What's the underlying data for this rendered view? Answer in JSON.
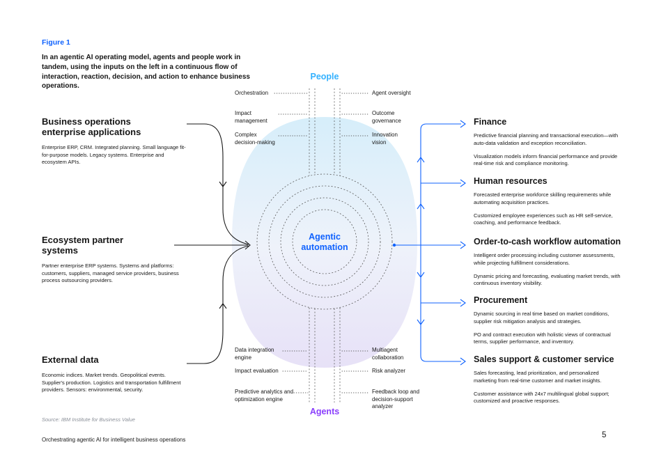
{
  "page": {
    "figure_label": "Figure 1",
    "caption": "In an agentic AI operating model, agents and people work in tandem, using the inputs on the left in a continuous flow of interaction, reaction, decision, and action to enhance business operations.",
    "source": "Source: IBM Institute for Business Value",
    "footer": "Orchestrating agentic AI for intelligent business operations",
    "page_number": "5"
  },
  "diagram": {
    "center_label": "Agentic automation",
    "people_label": "People",
    "agents_label": "Agents",
    "people_left": [
      "Orchestration",
      "Impact management",
      "Complex decision-making"
    ],
    "people_right": [
      "Agent oversight",
      "Outcome governance",
      "Innovation vision"
    ],
    "agents_left": [
      "Data integration engine",
      "Impact evaluation",
      "Predictive analytics and optimization engine"
    ],
    "agents_right": [
      "Multiagent collaboration",
      "Risk analyzer",
      "Feedback loop and decision-support analyzer"
    ]
  },
  "inputs": [
    {
      "title": "Business operations enterprise applications",
      "description": "Enterprise ERP, CRM. Integrated planning. Small language fit-for-purpose models. Legacy systems. Enterprise and ecosystem APIs."
    },
    {
      "title": "Ecosystem partner systems",
      "description": "Partner enterprise ERP systems. Systems and platforms: customers, suppliers, managed service providers, business process outsourcing providers."
    },
    {
      "title": "External data",
      "description": "Economic indices. Market trends. Geopolitical events. Supplier's production. Logistics and transportation fulfillment providers. Sensors: environmental, security."
    }
  ],
  "outputs": [
    {
      "title": "Finance",
      "paragraphs": [
        "Predictive financial planning and transactional execution—with auto-data validation and exception reconciliation.",
        "Visualization models inform financial performance and provide real-time risk and compliance monitoring."
      ]
    },
    {
      "title": "Human resources",
      "paragraphs": [
        "Forecasted enterprise workforce skilling requirements while automating acquisition practices.",
        "Customized employee experiences such as HR self-service, coaching, and performance feedback."
      ]
    },
    {
      "title": "Order-to-cash workflow automation",
      "paragraphs": [
        "Intelligent order processing including customer assessments, while projecting fulfillment considerations.",
        "Dynamic pricing and forecasting, evaluating market trends, with continuous inventory visibility."
      ]
    },
    {
      "title": "Procurement",
      "paragraphs": [
        "Dynamic sourcing in real time based on market conditions, supplier risk mitigation analysis and strategies.",
        "PO and contract execution with holistic views of contractual terms, supplier performance, and inventory."
      ]
    },
    {
      "title": "Sales support & customer service",
      "paragraphs": [
        "Sales forecasting, lead prioritization, and personalized marketing from real-time customer and market insights.",
        "Customer assistance with 24x7 multilingual global support; customized and proactive responses."
      ]
    }
  ],
  "colors": {
    "accent_blue": "#0f62fe",
    "people_blue": "#33b1ff",
    "agents_purple": "#8a3ffc",
    "text": "#161616",
    "blob_top": "#d6eefa",
    "blob_bottom": "#e7e1f7"
  }
}
